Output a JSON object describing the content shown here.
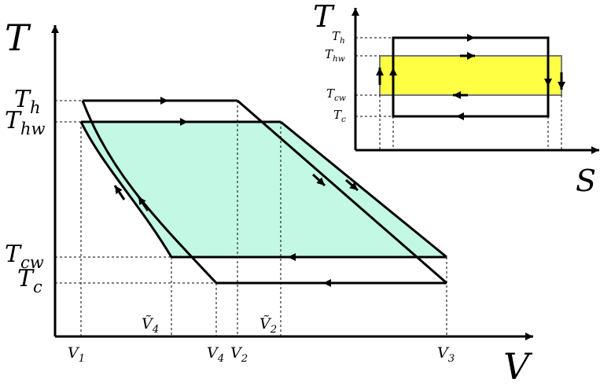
{
  "main_plot": {
    "y_axis_label": "T",
    "x_axis_label": "V",
    "y_ticks": [
      {
        "base": "T",
        "sub": "h"
      },
      {
        "base": "T",
        "sub": "hw"
      },
      {
        "base": "T",
        "sub": "cw"
      },
      {
        "base": "T",
        "sub": "c"
      }
    ],
    "x_ticks": [
      {
        "base": "V",
        "sub": "1"
      },
      {
        "base": "V",
        "sub": "4"
      },
      {
        "base": "V",
        "sub": "2"
      },
      {
        "base": "V",
        "sub": "3"
      }
    ],
    "tilde_ticks": [
      {
        "base": "Ṽ",
        "sub": "4"
      },
      {
        "base": "Ṽ",
        "sub": "2"
      }
    ],
    "fill_color": "#c3f9e4"
  },
  "inset_plot": {
    "y_axis_label": "T",
    "x_axis_label": "S",
    "y_ticks": [
      {
        "base": "T",
        "sub": "h"
      },
      {
        "base": "T",
        "sub": "hw"
      },
      {
        "base": "T",
        "sub": "cw"
      },
      {
        "base": "T",
        "sub": "c"
      }
    ],
    "fill_color": "#ffff44"
  }
}
